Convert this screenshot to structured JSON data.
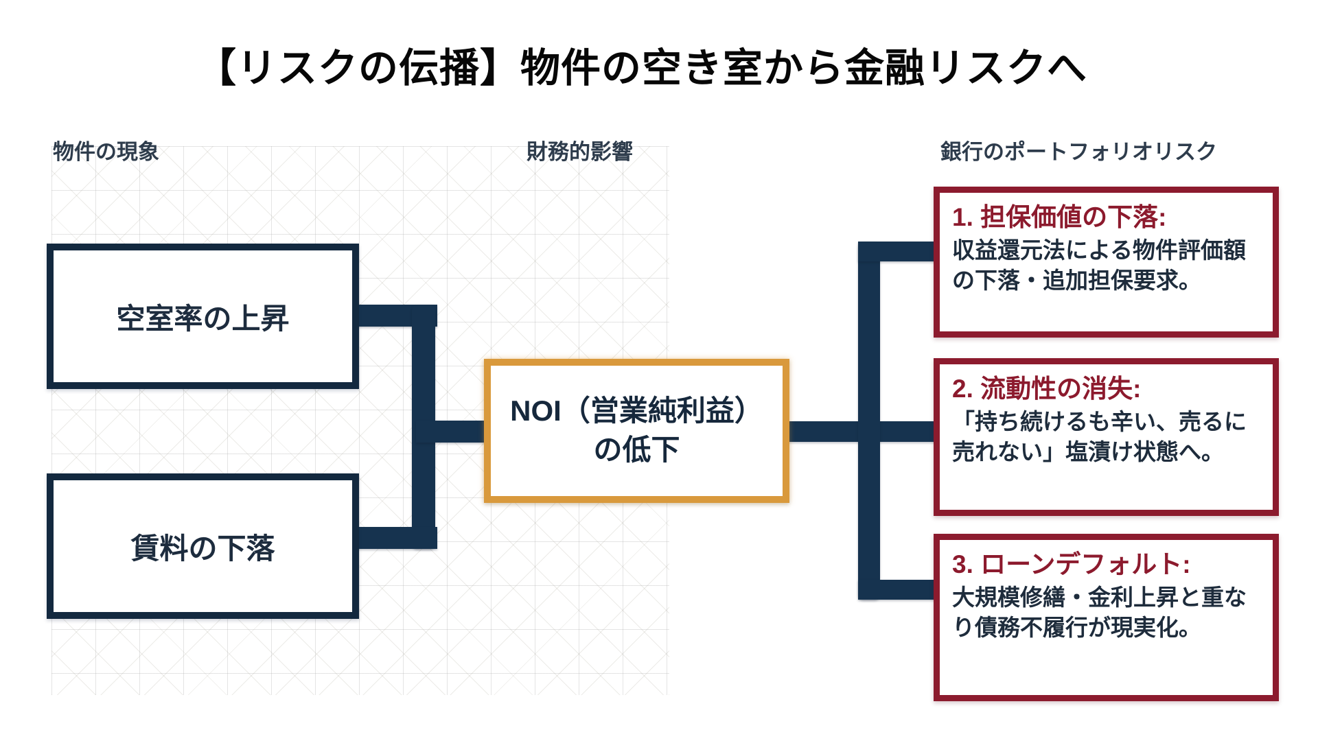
{
  "title": "【リスクの伝播】物件の空き室から金融リスクへ",
  "columns": {
    "left": "物件の現象",
    "middle": "財務的影響",
    "right": "銀行のポートフォリオリスク"
  },
  "nodes": {
    "vacancy": "空室率の上昇",
    "rent": "賃料の下落",
    "noi_line1": "NOI（営業純利益）",
    "noi_line2": "の低下"
  },
  "risks": [
    {
      "heading": "1. 担保価値の下落:",
      "body": "収益還元法による物件評価額の下落・追加担保要求。"
    },
    {
      "heading": "2. 流動性の消失:",
      "body": "「持ち続けるも辛い、売るに売れない」塩漬け状態へ。"
    },
    {
      "heading": "3. ローンデフォルト:",
      "body": "大規模修繕・金利上昇と重なり債務不履行が現実化。"
    }
  ],
  "colors": {
    "navy_border": "#13293f",
    "navy_connector": "#16334f",
    "orange_border": "#d9993c",
    "red_border": "#8c1b2e",
    "red_heading": "#8c1a2d",
    "body_text": "#1e2c3c",
    "grid_line": "#dcdcd6"
  }
}
